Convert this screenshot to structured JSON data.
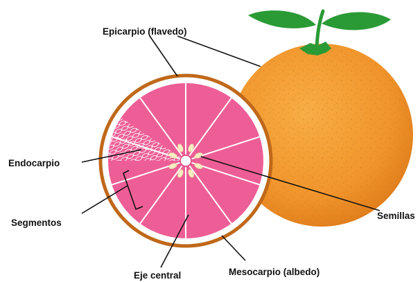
{
  "labels": {
    "epicarp": "Epicarpio (flavedo)",
    "endocarp": "Endocarpio",
    "segments": "Segmentos",
    "central_axis": "Eje central",
    "mesocarp": "Mesocarpio (albedo)",
    "seeds": "Semillas"
  },
  "colors": {
    "peel": "#f29a2e",
    "rind_border": "#c0681a",
    "albedo": "#ffffff",
    "pulp": "#ee5e96",
    "pulp_dark": "#d9457f",
    "leaf": "#2a9a35",
    "seed": "#f6ecc2",
    "line": "#111111"
  },
  "icons": {
    "leaves": "leaf-icon",
    "stem": "stem-icon"
  }
}
